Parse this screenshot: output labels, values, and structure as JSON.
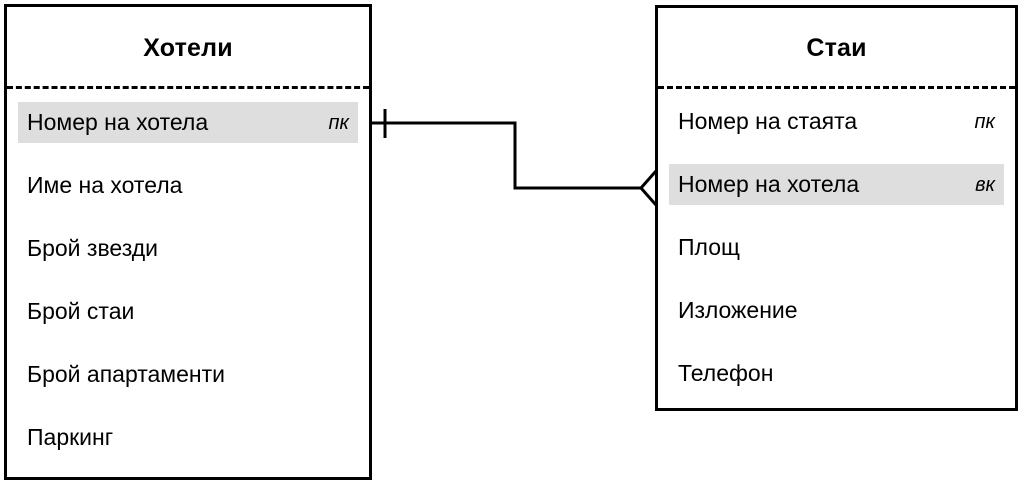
{
  "diagram": {
    "type": "entity-relationship-diagram",
    "notation": "crow's foot",
    "background_color": "#ffffff",
    "line_color": "#000000",
    "highlight_color": "#dedede"
  },
  "entities": [
    {
      "id": "hotels",
      "title": "Хотели",
      "attributes": [
        {
          "name": "Номер на хотела",
          "key": "пк",
          "highlighted": true
        },
        {
          "name": "Име на хотела",
          "key": "",
          "highlighted": false
        },
        {
          "name": "Брой звезди",
          "key": "",
          "highlighted": false
        },
        {
          "name": "Брой стаи",
          "key": "",
          "highlighted": false
        },
        {
          "name": "Брой апартаменти",
          "key": "",
          "highlighted": false
        },
        {
          "name": "Паркинг",
          "key": "",
          "highlighted": false
        }
      ]
    },
    {
      "id": "rooms",
      "title": "Стаи",
      "attributes": [
        {
          "name": "Номер на стаята",
          "key": "пк",
          "highlighted": false
        },
        {
          "name": "Номер на хотела",
          "key": "вк",
          "highlighted": true
        },
        {
          "name": "Площ",
          "key": "",
          "highlighted": false
        },
        {
          "name": "Изложение",
          "key": "",
          "highlighted": false
        },
        {
          "name": "Телефон",
          "key": "",
          "highlighted": false
        }
      ]
    }
  ],
  "relationship": {
    "from_entity": "hotels",
    "from_attribute": "Номер на хотела",
    "from_cardinality": "one",
    "to_entity": "rooms",
    "to_attribute": "Номер на хотела",
    "to_cardinality": "many"
  }
}
